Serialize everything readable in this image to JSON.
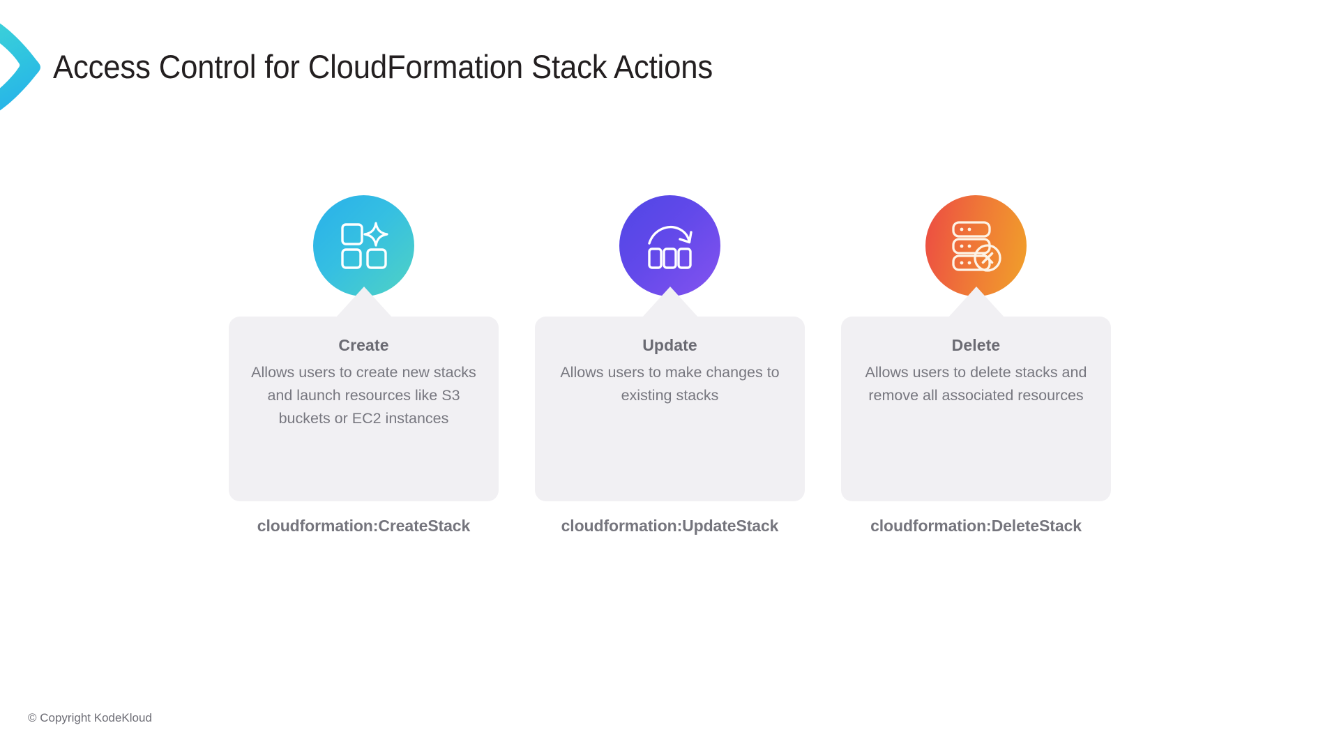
{
  "slide": {
    "title": "Access Control for CloudFormation Stack Actions",
    "brand_mark_icon": "kodekloud-chevron-logo",
    "background_color": "#ffffff",
    "title_color": "#231f20"
  },
  "columns": [
    {
      "key": "create",
      "icon_name": "stack-blocks-sparkle-icon",
      "icon_gradient_from": "#29b0ea",
      "icon_gradient_to": "#50d2c4",
      "card_title": "Create",
      "card_description": "Allows users to create new stacks and launch resources like S3 buckets or EC2 instances",
      "action": "cloudformation:CreateStack"
    },
    {
      "key": "update",
      "icon_name": "refresh-arrow-servers-icon",
      "icon_gradient_from": "#5046e5",
      "icon_gradient_to": "#8453ef",
      "card_title": "Update",
      "card_description": "Allows users to make changes to existing stacks",
      "action": "cloudformation:UpdateStack"
    },
    {
      "key": "delete",
      "icon_name": "server-stack-remove-icon",
      "icon_gradient_from": "#ec4b43",
      "icon_gradient_to": "#f1a12a",
      "card_title": "Delete",
      "card_description": "Allows users to delete stacks and remove all associated resources",
      "action": "cloudformation:DeleteStack"
    }
  ],
  "footer": {
    "copyright": "© Copyright KodeKloud"
  },
  "theme": {
    "card_background": "#f1f0f3",
    "card_title_color": "#6a6a72",
    "card_text_color": "#77777f",
    "action_label_color": "#75757d",
    "brand_teal": "#3ecfd5",
    "brand_cyan": "#29b6e8"
  }
}
